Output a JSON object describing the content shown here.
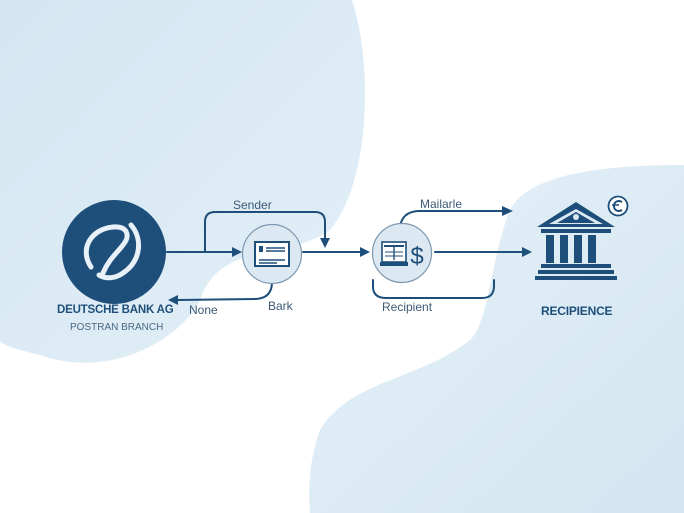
{
  "diagram": {
    "colors": {
      "primary": "#1e4f7a",
      "blob": "#d8e9f4",
      "background": "#ffffff",
      "node_fill": "#dbe9f3"
    },
    "source": {
      "title": "DEUTSCHE BANK AG",
      "subtitle": "POSTRAN BRANCH",
      "icon": "bank-logo-icon"
    },
    "nodes": [
      {
        "id": "check",
        "icon": "check-document-icon"
      },
      {
        "id": "payment",
        "icon": "cash-register-dollar-icon"
      }
    ],
    "destination": {
      "title": "RECIPIENCE",
      "icon": "bank-building-icon",
      "badge_icon": "euro-coin-icon"
    },
    "edge_labels": {
      "sender": "Sender",
      "none": "None",
      "bark": "Bark",
      "mailarle": "Mailarle",
      "recipient": "Recipient"
    }
  }
}
